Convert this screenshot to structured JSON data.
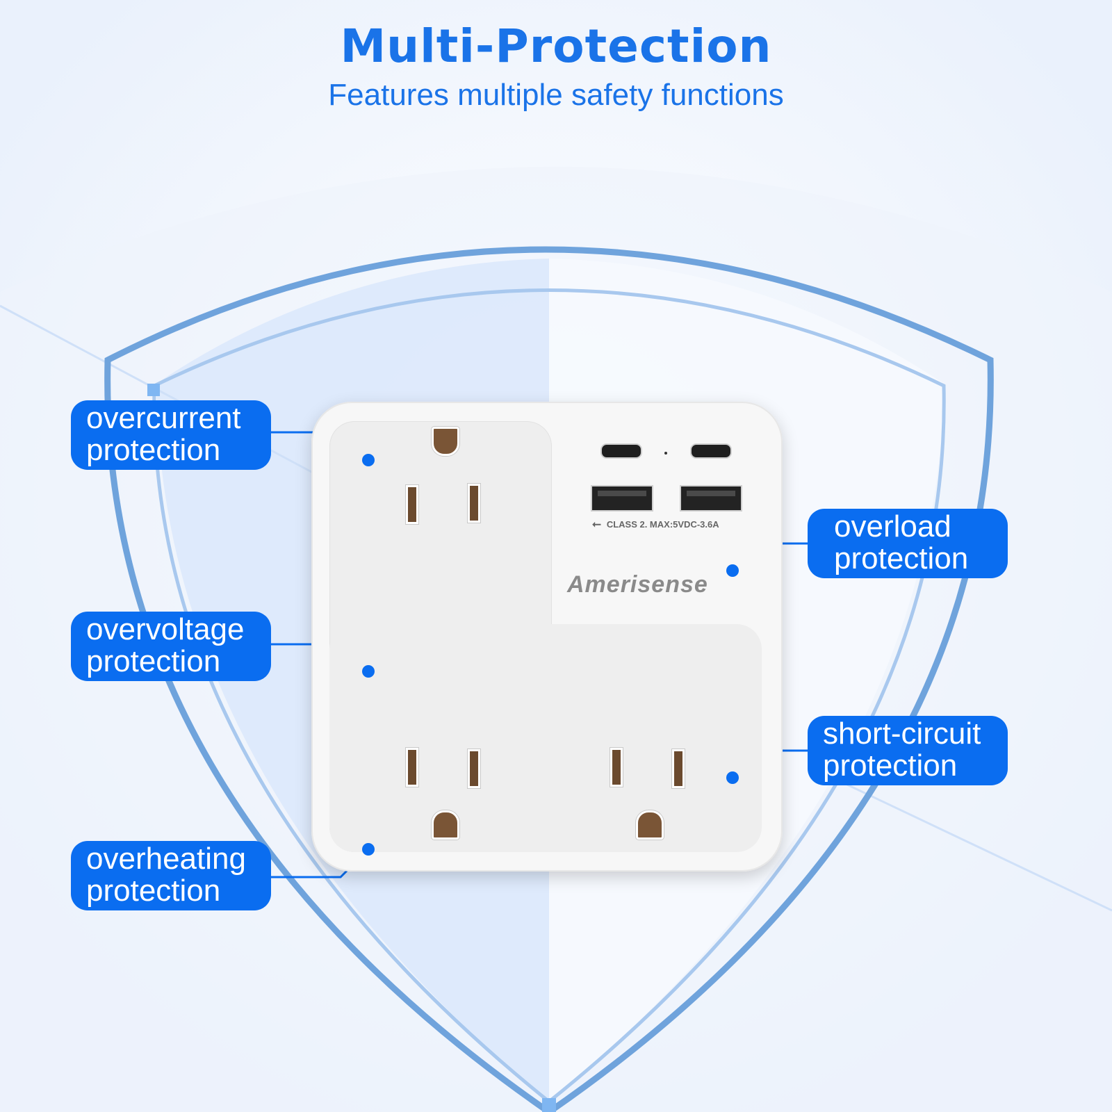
{
  "header": {
    "title": "Multi-Protection",
    "subtitle": "Features multiple safety functions"
  },
  "colors": {
    "accent": "#1a73e8",
    "label_bg": "#0a6df0",
    "shield_outline": "#6fa3dc",
    "device_body": "#f7f7f7"
  },
  "device": {
    "spec_icon": "usb-icon",
    "spec_text": "CLASS 2.  MAX:5VDC-3.6A",
    "brand": "Amerisense",
    "usb_c_ports": 2,
    "usb_a_ports": 2,
    "ac_outlets": 3
  },
  "labels": {
    "overcurrent": {
      "line1": "overcurrent",
      "line2": "protection"
    },
    "overvoltage": {
      "line1": "overvoltage",
      "line2": "protection"
    },
    "overheating": {
      "line1": "overheating",
      "line2": "protection"
    },
    "overload": {
      "line1": "overload",
      "line2": "protection"
    },
    "short_circuit": {
      "line1": "short-circuit",
      "line2": "protection"
    }
  }
}
